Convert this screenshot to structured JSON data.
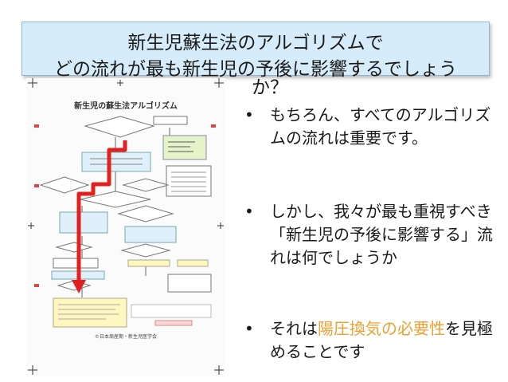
{
  "title": {
    "line1": "新生児蘇生法のアルゴリズムで",
    "line2": "どの流れが最も新生児の予後に影響するでしょう",
    "line3": "か？"
  },
  "document": {
    "title": "新生児の蘇生法アルゴリズム",
    "footer": "©日本周産期・新生児医学会"
  },
  "bullets": {
    "marker": "•",
    "b1": "もちろん、すべてのアルゴリズムの流れは重要です。",
    "b2": "しかし、我々が最も重視すべき「新生児の予後に影響する」流れは何でしょうか",
    "b3_prefix": "それは",
    "b3_highlight": "陽圧換気の必要性",
    "b3_suffix": "を見極めることです"
  },
  "colors": {
    "title_bg": "#d7ecfb",
    "highlight": "#f0a030",
    "arrow": "#e32020"
  }
}
